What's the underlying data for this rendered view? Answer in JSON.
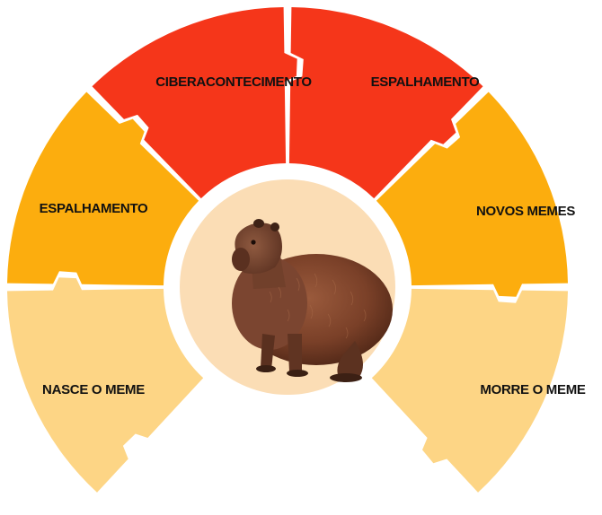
{
  "diagram": {
    "segments": [
      {
        "id": "nasce-o-meme",
        "label": "NASCE O MEME",
        "color": "#FDD585"
      },
      {
        "id": "espalhamento-left",
        "label": "ESPALHAMENTO",
        "color": "#FCAD0E"
      },
      {
        "id": "ciberacontecimento",
        "label": "CIBERACONTECIMENTO",
        "color": "#F5361A"
      },
      {
        "id": "espalhamento-top",
        "label": "ESPALHAMENTO",
        "color": "#F5361A"
      },
      {
        "id": "novos-memes",
        "label": "NOVOS MEMES",
        "color": "#FCAD0E"
      },
      {
        "id": "morre-o-meme",
        "label": "MORRE O MEME",
        "color": "#FDD585"
      }
    ],
    "center": {
      "image": "capybara",
      "background_color": "#FBDDB5"
    }
  }
}
